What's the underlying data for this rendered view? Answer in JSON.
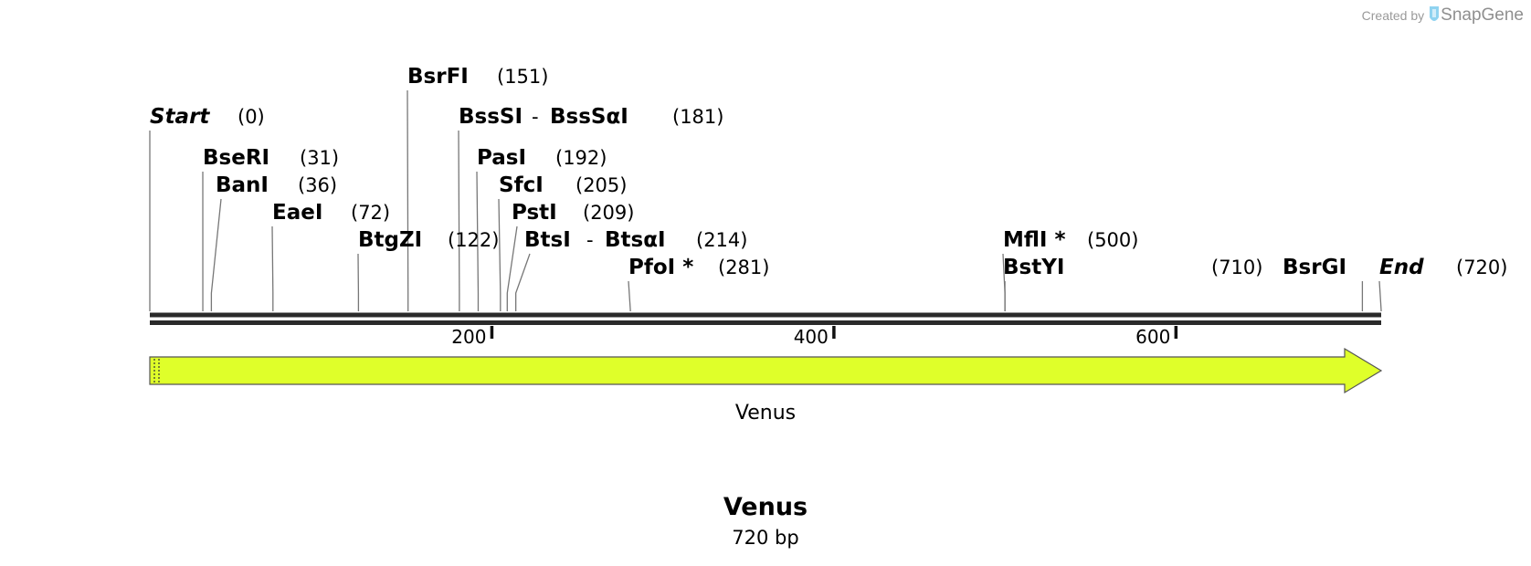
{
  "watermark": {
    "created_by": "Created by",
    "brand": "SnapGene",
    "icon": "snapgene-logo-icon",
    "color": "#8fd3f0"
  },
  "sequence": {
    "name": "Venus",
    "length": 720,
    "length_label": "720 bp"
  },
  "axis": {
    "ticks": [
      200,
      400,
      600
    ]
  },
  "sites": [
    {
      "name": "Start",
      "pos_label": "(0)",
      "pos": 0,
      "italic": true,
      "label_x": 0,
      "row": 1
    },
    {
      "name": "BseRI",
      "pos_label": "(31)",
      "pos": 31,
      "row": 2
    },
    {
      "name": "BanI",
      "pos_label": "(36)",
      "pos": 36,
      "row": 3
    },
    {
      "name": "EaeI",
      "pos_label": "(72)",
      "pos": 72,
      "row": 4
    },
    {
      "name": "BtgZI",
      "pos_label": "(122)",
      "pos": 122,
      "row": 5
    },
    {
      "name": "BsrFI",
      "pos_label": "(151)",
      "pos": 151,
      "row": 0
    },
    {
      "name": "BssSI",
      "alt": "BssSαI",
      "pos_label": "(181)",
      "pos": 181,
      "row": 1
    },
    {
      "name": "PasI",
      "pos_label": "(192)",
      "pos": 192,
      "row": 2
    },
    {
      "name": "SfcI",
      "pos_label": "(205)",
      "pos": 205,
      "row": 3
    },
    {
      "name": "PstI",
      "pos_label": "(209)",
      "pos": 209,
      "row": 4
    },
    {
      "name": "BtsI",
      "alt": "BtsαI",
      "pos_label": "(214)",
      "pos": 214,
      "row": 5
    },
    {
      "name": "PfoI *",
      "pos_label": "(281)",
      "pos": 281,
      "row": 6
    },
    {
      "name": "MflI *",
      "pos_label": "(500)",
      "pos": 500,
      "row": 5
    },
    {
      "name": "BstYI",
      "pos_label": "",
      "pos": 500,
      "row": 6
    },
    {
      "name": "",
      "pos_label": "(710)",
      "pos": 710,
      "row": 6
    },
    {
      "name": "BsrGI",
      "pos_label": "",
      "pos": 710,
      "row": 6
    },
    {
      "name": "End",
      "pos_label": "(720)",
      "pos": 720,
      "italic": true,
      "row": 6
    }
  ],
  "features": [
    {
      "label": "Venus",
      "start": 1,
      "end": 720,
      "direction": "forward",
      "color": "#dfff2a"
    }
  ]
}
